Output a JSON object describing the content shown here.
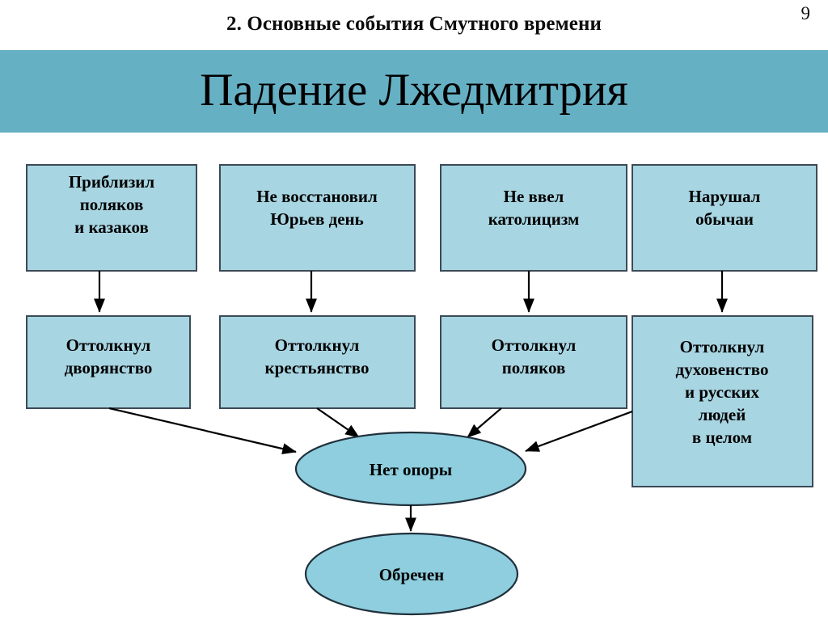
{
  "header": {
    "title": "2. Основные события Смутного времени",
    "page_number": "9"
  },
  "title_band": {
    "title": "Падение Лжедмитрия",
    "background_color": "#66b0c4"
  },
  "colors": {
    "box_fill": "#a8d5e2",
    "ellipse_fill": "#8ecede",
    "box_border": "#3c4a56",
    "ellipse_border": "#20303c",
    "arrow": "#000000",
    "text": "#000000"
  },
  "diagram": {
    "causes_row": [
      {
        "id": "cause-1",
        "lines": [
          "Приблизил",
          "поляков",
          "и казаков"
        ]
      },
      {
        "id": "cause-2",
        "lines": [
          "Не восстановил",
          "Юрьев день"
        ]
      },
      {
        "id": "cause-3",
        "lines": [
          "Не ввел",
          "католицизм"
        ]
      },
      {
        "id": "cause-4",
        "lines": [
          "Нарушал",
          "обычаи"
        ]
      }
    ],
    "effects_row": [
      {
        "id": "effect-1",
        "lines": [
          "Оттолкнул",
          "дворянство"
        ]
      },
      {
        "id": "effect-2",
        "lines": [
          "Оттолкнул",
          "крестьянство"
        ]
      },
      {
        "id": "effect-3",
        "lines": [
          "Оттолкнул",
          "поляков"
        ]
      },
      {
        "id": "effect-4",
        "lines": [
          "Оттолкнул",
          "духовенство",
          "и русских",
          "людей",
          "в целом"
        ]
      }
    ],
    "outcomes": [
      {
        "id": "outcome-no-support",
        "label": "Нет опоры"
      },
      {
        "id": "outcome-doomed",
        "label": "Обречен"
      }
    ]
  }
}
